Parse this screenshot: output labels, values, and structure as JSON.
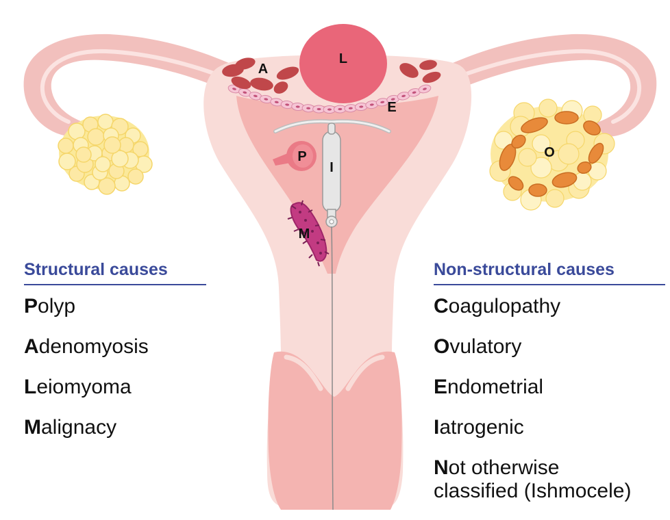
{
  "colors": {
    "tube": "#f2c0bd",
    "tube_inner": "#fbe3e1",
    "uterus_outer": "#f9dcd8",
    "cavity": "#f4b4b1",
    "lining_cells": "#f6c5d5",
    "leiomyoma": "#e96679",
    "adenomyosis": "#c0474a",
    "malignancy": "#c23b82",
    "ovary_left": "#fbe99a",
    "ovary_follicle": "#e88a3a",
    "iud": "#e6e6e6",
    "heading": "#3a4a9a"
  },
  "labels": {
    "L": "L",
    "A": "A",
    "E": "E",
    "P": "P",
    "I": "I",
    "M": "M",
    "O": "O"
  },
  "structural": {
    "heading": "Structural causes",
    "items": [
      {
        "initial": "P",
        "rest": "olyp"
      },
      {
        "initial": "A",
        "rest": "denomyosis"
      },
      {
        "initial": "L",
        "rest": "eiomyoma"
      },
      {
        "initial": "M",
        "rest": "alignacy"
      }
    ]
  },
  "nonstructural": {
    "heading": "Non-structural causes",
    "items": [
      {
        "initial": "C",
        "rest": "oagulopathy"
      },
      {
        "initial": "O",
        "rest": "vulatory"
      },
      {
        "initial": "E",
        "rest": "ndometrial"
      },
      {
        "initial": "I",
        "rest": "atrogenic"
      }
    ],
    "last": {
      "initial": "N",
      "rest": "ot otherwise",
      "line2": "classified (Ishmocele)"
    }
  }
}
